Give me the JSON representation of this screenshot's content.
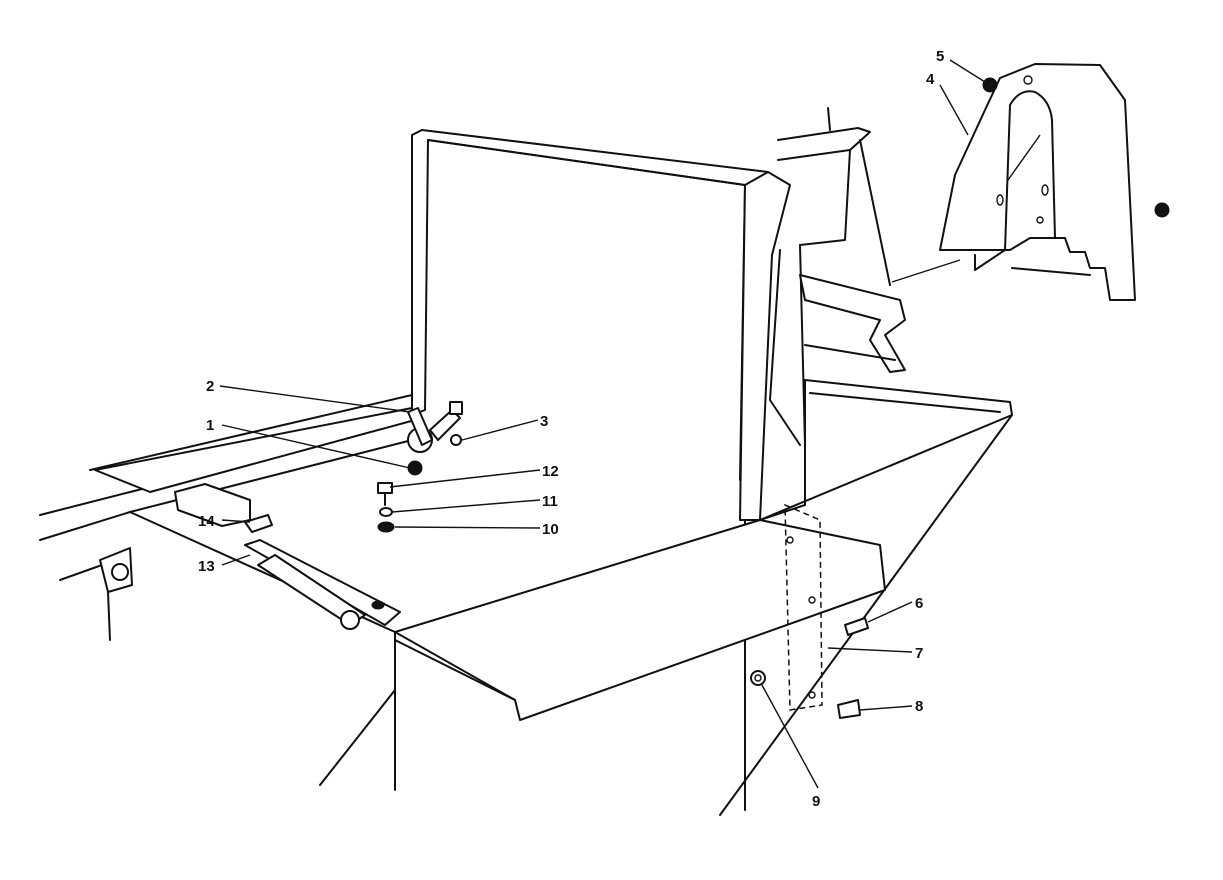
{
  "diagram": {
    "type": "exploded parts diagram",
    "callouts": [
      {
        "id": "1",
        "label": "1"
      },
      {
        "id": "2",
        "label": "2"
      },
      {
        "id": "3",
        "label": "3"
      },
      {
        "id": "4",
        "label": "4"
      },
      {
        "id": "5",
        "label": "5"
      },
      {
        "id": "6",
        "label": "6"
      },
      {
        "id": "7",
        "label": "7"
      },
      {
        "id": "8",
        "label": "8"
      },
      {
        "id": "9",
        "label": "9"
      },
      {
        "id": "10",
        "label": "10"
      },
      {
        "id": "11",
        "label": "11"
      },
      {
        "id": "12",
        "label": "12"
      },
      {
        "id": "13",
        "label": "13"
      },
      {
        "id": "14",
        "label": "14"
      }
    ],
    "colors": {
      "line": "#111111",
      "background": "#ffffff"
    }
  }
}
